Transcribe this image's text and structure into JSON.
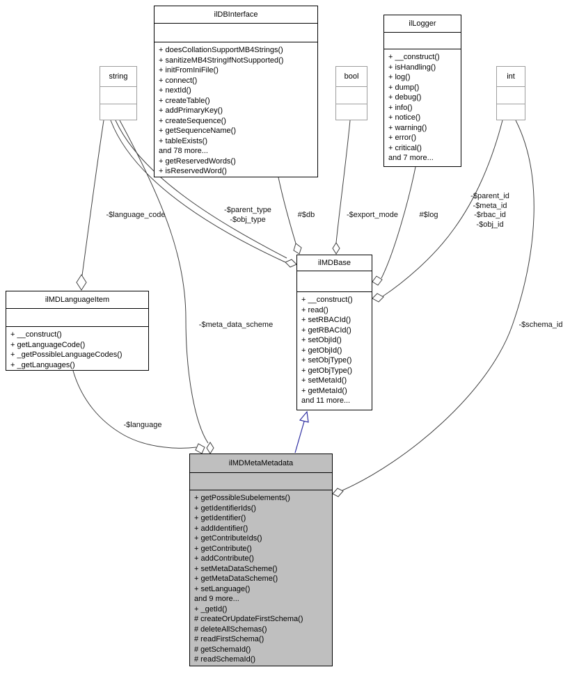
{
  "diagram": {
    "kind": "uml-collaboration-diagram",
    "highlighted_class": "ilMDMetaMetadata",
    "colors": {
      "background": "#ffffff",
      "node_fill": "#ffffff",
      "highlight_fill": "#bfbfbf",
      "node_border": "#000000",
      "builtin_border": "#9d9d9d",
      "edge": "#404040",
      "inheritance_edge": "#2f2fa2"
    }
  },
  "classes": {
    "ilDBInterface": {
      "title": "ilDBInterface",
      "methods": [
        "+ doesCollationSupportMB4Strings()",
        "+ sanitizeMB4StringIfNotSupported()",
        "+ initFromIniFile()",
        "+ connect()",
        "+ nextId()",
        "+ createTable()",
        "+ addPrimaryKey()",
        "+ createSequence()",
        "+ getSequenceName()",
        "+ tableExists()",
        "and 78 more...",
        "+ getReservedWords()",
        "+ isReservedWord()"
      ]
    },
    "ilLogger": {
      "title": "ilLogger",
      "methods": [
        "+ __construct()",
        "+ isHandling()",
        "+ log()",
        "+ dump()",
        "+ debug()",
        "+ info()",
        "+ notice()",
        "+ warning()",
        "+ error()",
        "+ critical()",
        "and 7 more..."
      ]
    },
    "string": {
      "title": "string",
      "methods": []
    },
    "bool": {
      "title": "bool",
      "methods": []
    },
    "int": {
      "title": "int",
      "methods": []
    },
    "ilMDLanguageItem": {
      "title": "ilMDLanguageItem",
      "methods": [
        "+ __construct()",
        "+ getLanguageCode()",
        "+ _getPossibleLanguageCodes()",
        "+ _getLanguages()"
      ]
    },
    "ilMDBase": {
      "title": "ilMDBase",
      "methods": [
        "+ __construct()",
        "+ read()",
        "+ setRBACId()",
        "+ getRBACId()",
        "+ setObjId()",
        "+ getObjId()",
        "+ setObjType()",
        "+ getObjType()",
        "+ setMetaId()",
        "+ getMetaId()",
        "and 11 more..."
      ]
    },
    "ilMDMetaMetadata": {
      "title": "ilMDMetaMetadata",
      "methods": [
        "+ getPossibleSubelements()",
        "+ getIdentifierIds()",
        "+ getIdentifier()",
        "+ addIdentifier()",
        "+ getContributeIds()",
        "+ getContribute()",
        "+ addContribute()",
        "+ setMetaDataScheme()",
        "+ getMetaDataScheme()",
        "+ setLanguage()",
        "and 9 more...",
        "+ _getId()",
        "# createOrUpdateFirstSchema()",
        "# deleteAllSchemas()",
        "# readFirstSchema()",
        "# getSchemaId()",
        "# readSchemaId()"
      ]
    }
  },
  "edges": [
    {
      "from": "string",
      "to": "ilMDLanguageItem",
      "type": "aggregation",
      "label_lines": [
        "-$language_code"
      ]
    },
    {
      "from": "string",
      "to": "ilMDBase",
      "type": "aggregation",
      "label_lines": [
        "-$parent_type",
        "-$obj_type"
      ]
    },
    {
      "from": "ilDBInterface",
      "to": "ilMDBase",
      "type": "aggregation",
      "label_lines": [
        "#$db"
      ]
    },
    {
      "from": "bool",
      "to": "ilMDBase",
      "type": "aggregation",
      "label_lines": [
        "-$export_mode"
      ]
    },
    {
      "from": "ilLogger",
      "to": "ilMDBase",
      "type": "aggregation",
      "label_lines": [
        "#$log"
      ]
    },
    {
      "from": "int",
      "to": "ilMDBase",
      "type": "aggregation",
      "label_lines": [
        "-$parent_id",
        "-$meta_id",
        "-$rbac_id",
        "-$obj_id"
      ]
    },
    {
      "from": "int",
      "to": "ilMDMetaMetadata",
      "type": "aggregation",
      "label_lines": [
        "-$schema_id"
      ]
    },
    {
      "from": "string",
      "to": "ilMDMetaMetadata",
      "type": "aggregation",
      "label_lines": [
        "-$meta_data_scheme"
      ]
    },
    {
      "from": "ilMDLanguageItem",
      "to": "ilMDMetaMetadata",
      "type": "aggregation",
      "label_lines": [
        "-$language"
      ]
    },
    {
      "from": "ilMDMetaMetadata",
      "to": "ilMDBase",
      "type": "inheritance",
      "label_lines": []
    }
  ]
}
